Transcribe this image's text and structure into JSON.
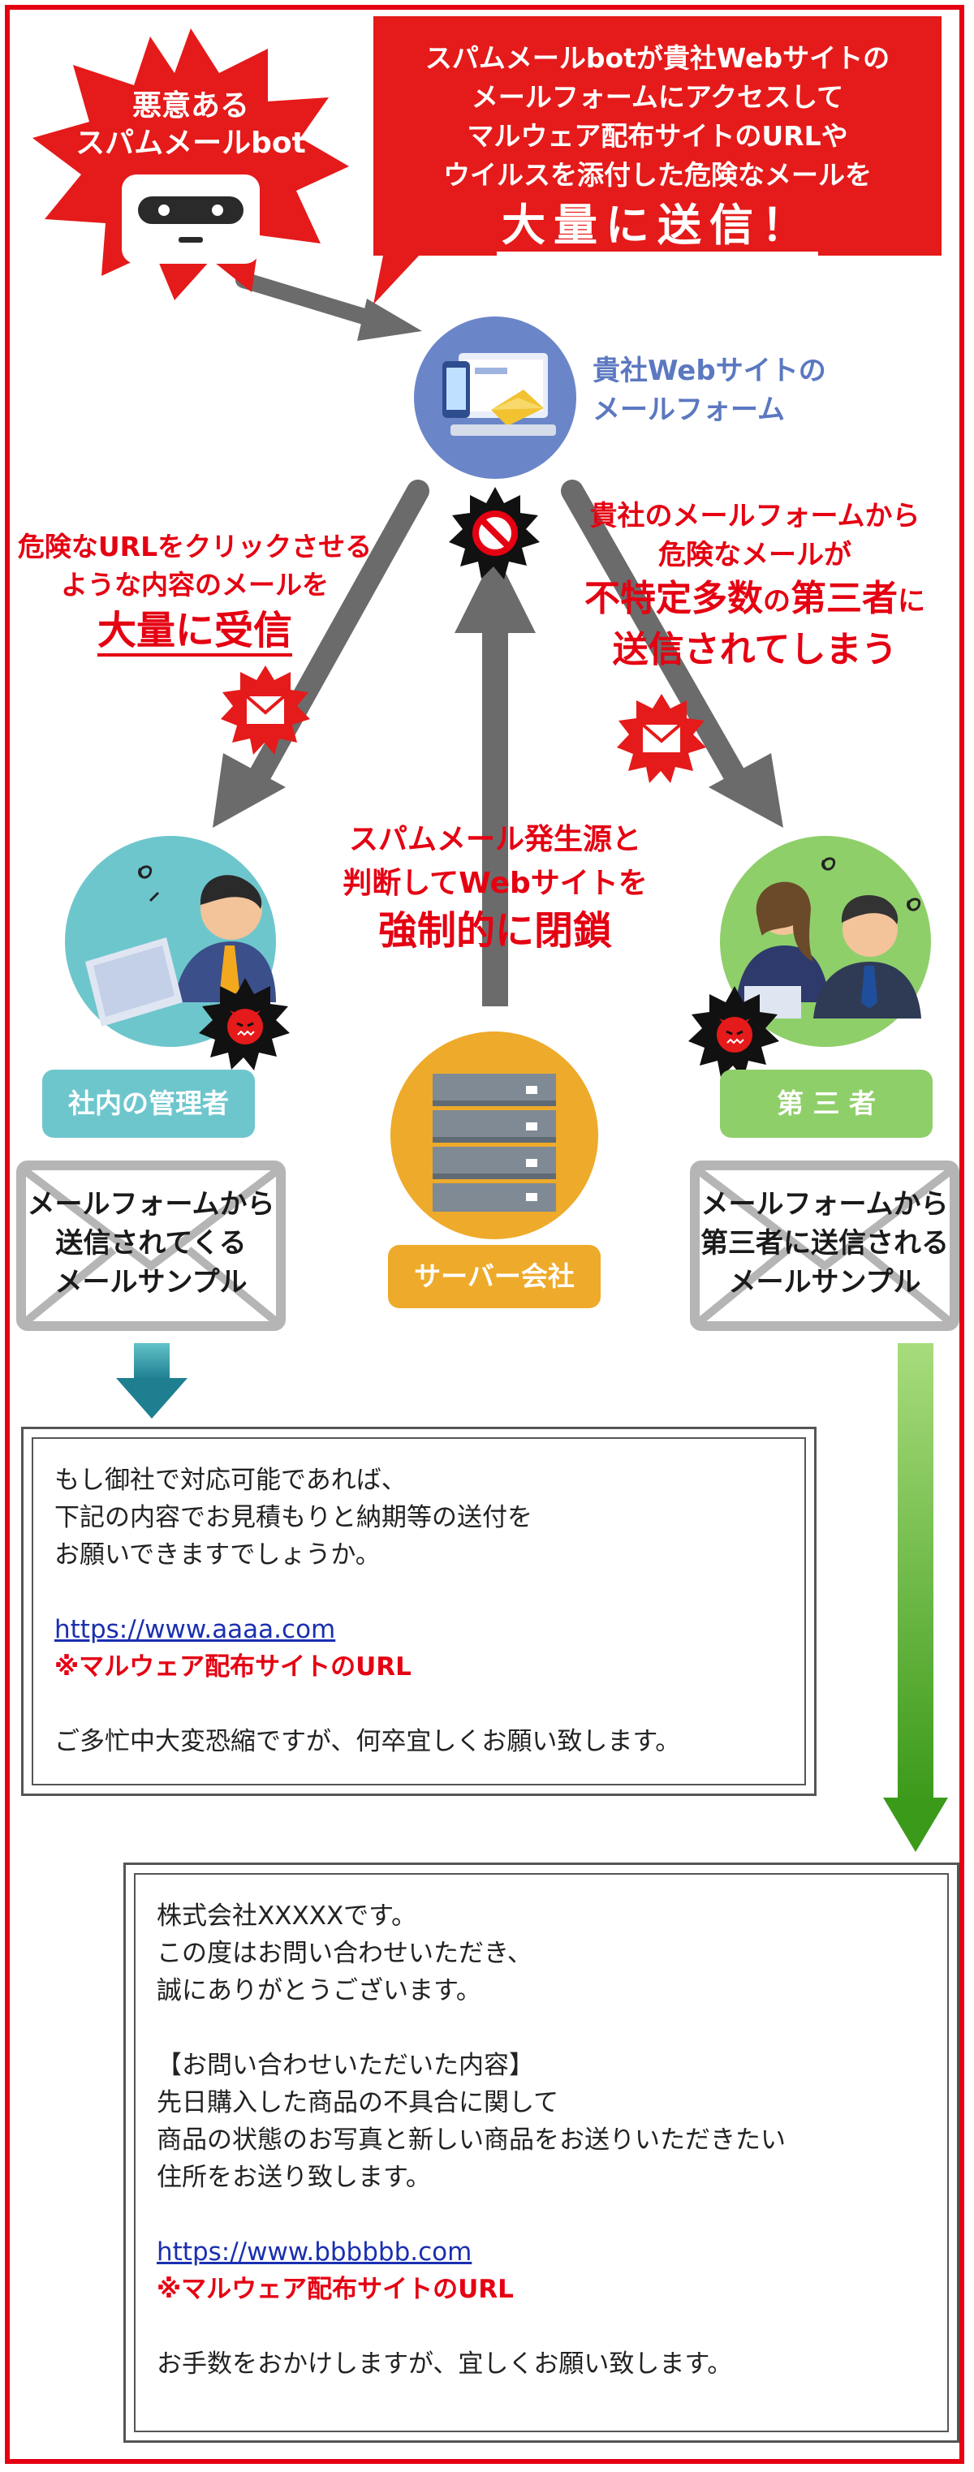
{
  "bot": {
    "line1": "悪意ある",
    "line2": "スパムメールbot",
    "icon": "robot-face-icon"
  },
  "callout": {
    "lines": [
      "スパムメールbotが貴社Webサイトの",
      "メールフォームにアクセスして",
      "マルウェア配布サイトのURLや",
      "ウイルスを添付した危険なメールを"
    ],
    "emphasis": "大量に送信！"
  },
  "web_form": {
    "line1": "貴社Webサイトの",
    "line2": "メールフォーム"
  },
  "left_note": {
    "line1": "危険なURLをクリックさせる",
    "line2": "ような内容のメールを",
    "emphasis": "大量に受信"
  },
  "right_note": {
    "line1": "貴社のメールフォームから",
    "line2": "危険なメールが",
    "line3a": "不特定多数",
    "line3b": "の",
    "line3c": "第三者",
    "line3d": "に",
    "line4": "送信されてしまう"
  },
  "center_note": {
    "line1": "スパムメール発生源と",
    "line2": "判断してWebサイトを",
    "emphasis": "強制的に閉鎖"
  },
  "admin": {
    "label": "社内の管理者",
    "envelope": [
      "メールフォームから",
      "送信されてくる",
      "メールサンプル"
    ]
  },
  "third_party": {
    "label": "第 三 者",
    "envelope": [
      "メールフォームから",
      "第三者に送信される",
      "メールサンプル"
    ]
  },
  "server": {
    "label": "サーバー会社"
  },
  "mail1": {
    "lines": [
      "もし御社で対応可能であれば、",
      "下記の内容でお見積もりと納期等の送付を",
      "お願いできますでしょうか。"
    ],
    "link": "https://www.aaaa.com",
    "warning": "※マルウェア配布サイトのURL",
    "closing": "ご多忙中大変恐縮ですが、何卒宜しくお願い致します。"
  },
  "mail2": {
    "lines": [
      "株式会社XXXXXです。",
      "この度はお問い合わせいただき、",
      "誠にありがとうございます。",
      "",
      "【お問い合わせいただいた内容】",
      "先日購入した商品の不具合に関して",
      "商品の状態のお写真と新しい商品をお送りいただきたい",
      "住所をお送り致します。"
    ],
    "link": "https://www.bbbbbb.com",
    "warning": "※マルウェア配布サイトのURL",
    "closing": "お手数をおかけしますが、宜しくお願い致します。"
  },
  "colors": {
    "red": "#e50012",
    "teal_label": "#6ec6cd",
    "green_label": "#8fcf6a",
    "orange": "#eeaa2a",
    "arrow_gray": "#6b6b6b",
    "web_blue": "#6b86c8"
  }
}
